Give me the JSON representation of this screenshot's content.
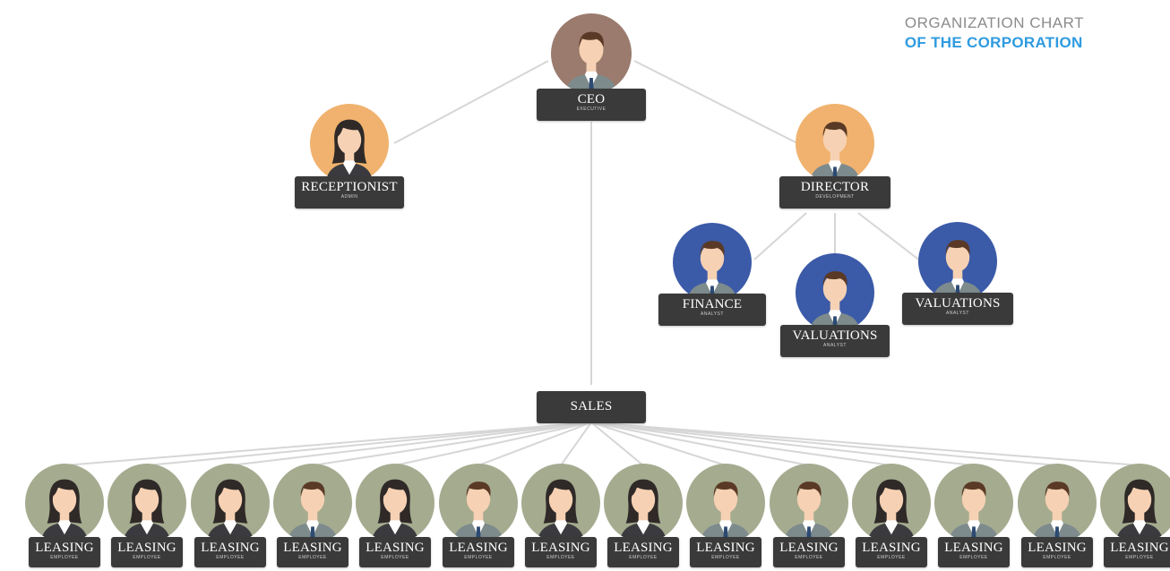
{
  "header": {
    "line1": "ORGANIZATION CHART",
    "line2": "OF THE CORPORATION"
  },
  "colors": {
    "accent": "#2f9be0",
    "label_bg": "#3a3a3a",
    "line": "#d6d6d6",
    "ceo_bg": "#9a7b6d",
    "orange_bg": "#f0b26e",
    "blue_bg": "#3b5aa8",
    "olive_bg": "#a5ab8f"
  },
  "ceo": {
    "title": "CEO",
    "subtitle": "EXECUTIVE",
    "icon": "businessman-icon"
  },
  "receptionist": {
    "title": "RECEPTIONIST",
    "subtitle": "ADMIN",
    "icon": "businesswoman-icon"
  },
  "director": {
    "title": "DIRECTOR",
    "subtitle": "DEVELOPMENT",
    "icon": "businessman-icon"
  },
  "finance": {
    "title": "FINANCE",
    "subtitle": "ANALYST",
    "icon": "businessman-icon"
  },
  "valuations_center": {
    "title": "VALUATIONS",
    "subtitle": "ANALYST",
    "icon": "businessman-icon"
  },
  "valuations_right": {
    "title": "VALUATIONS",
    "subtitle": "ANALYST",
    "icon": "businessman-icon"
  },
  "sales": {
    "title": "SALES"
  },
  "employees": [
    {
      "title": "LEASING",
      "subtitle": "EMPLOYEE",
      "gender": "f"
    },
    {
      "title": "LEASING",
      "subtitle": "EMPLOYEE",
      "gender": "f"
    },
    {
      "title": "LEASING",
      "subtitle": "EMPLOYEE",
      "gender": "f"
    },
    {
      "title": "LEASING",
      "subtitle": "EMPLOYEE",
      "gender": "m"
    },
    {
      "title": "LEASING",
      "subtitle": "EMPLOYEE",
      "gender": "f"
    },
    {
      "title": "LEASING",
      "subtitle": "EMPLOYEE",
      "gender": "m"
    },
    {
      "title": "LEASING",
      "subtitle": "EMPLOYEE",
      "gender": "f"
    },
    {
      "title": "LEASING",
      "subtitle": "EMPLOYEE",
      "gender": "f"
    },
    {
      "title": "LEASING",
      "subtitle": "EMPLOYEE",
      "gender": "m"
    },
    {
      "title": "LEASING",
      "subtitle": "EMPLOYEE",
      "gender": "m"
    },
    {
      "title": "LEASING",
      "subtitle": "EMPLOYEE",
      "gender": "f"
    },
    {
      "title": "LEASING",
      "subtitle": "EMPLOYEE",
      "gender": "m"
    },
    {
      "title": "LEASING",
      "subtitle": "EMPLOYEE",
      "gender": "m"
    },
    {
      "title": "LEASING",
      "subtitle": "EMPLOYEE",
      "gender": "f"
    }
  ]
}
